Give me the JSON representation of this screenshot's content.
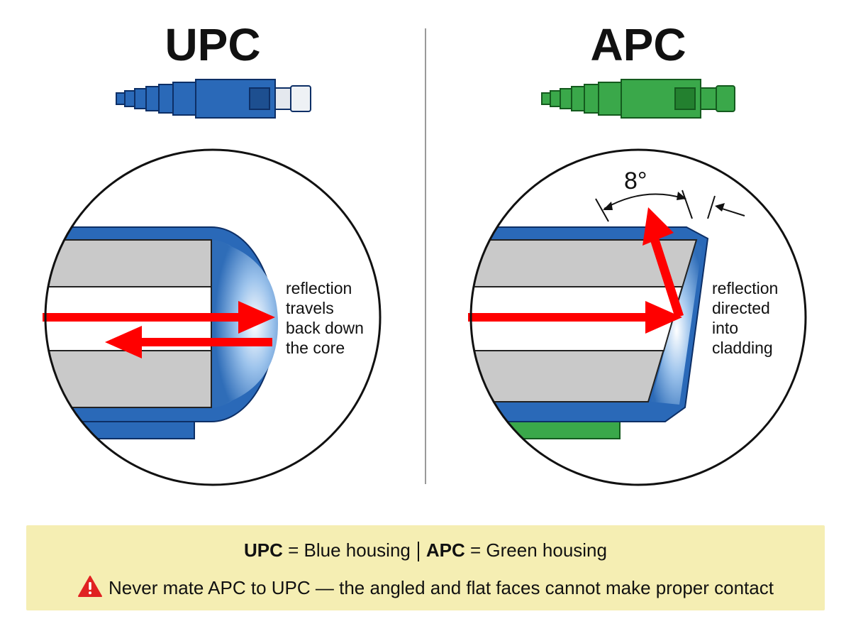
{
  "panels": {
    "upc": {
      "title": "UPC",
      "note_lines": [
        "reflection",
        "travels",
        "back down",
        "the core"
      ]
    },
    "apc": {
      "title": "APC",
      "angle_label": "8°",
      "note_lines": [
        "reflection",
        "directed",
        "into",
        "cladding"
      ]
    }
  },
  "legend": {
    "upc_abbr": "UPC",
    "upc_text": " = Blue housing",
    "apc_abbr": "APC",
    "apc_text": " = Green housing",
    "warning": "Never mate APC to UPC — the angled and flat faces cannot make proper contact"
  },
  "icons": [
    "warning-triangle-icon",
    "upc-connector-icon",
    "apc-connector-icon"
  ],
  "colors": {
    "upc_housing": "#2a69b8",
    "apc_housing": "#3aa84a",
    "ferrule_blue": "#2f6db8",
    "cladding_gray": "#c9c9c9",
    "reflection_red": "#ff0000",
    "legend_bg": "#f5eeb3",
    "warning_red": "#e02222"
  }
}
